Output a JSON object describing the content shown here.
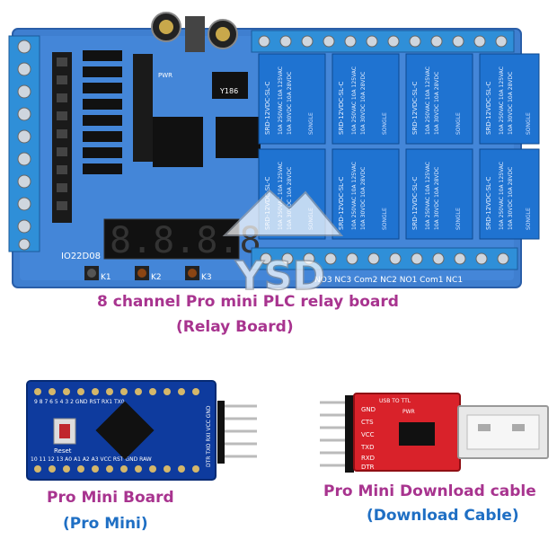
{
  "relay_board": {
    "caption": "8 channel Pro mini PLC relay board",
    "subcaption": "(Relay Board)",
    "board_code": "IO22D08",
    "button_labels": [
      "K1",
      "K2",
      "K3"
    ],
    "pwr_label": "PWR",
    "chip_label": "Y186",
    "relay_model": "SRD-12VDC-SL-C",
    "relay_brand": "SONGLE",
    "relay_rating_1": "10A 250VAC 10A 125VAC",
    "relay_rating_2": "10A 30VDC 10A 28VDC",
    "terminal_labels": "NO3 NC3 Com2 NC2 NO1 Com1 NC1",
    "display_digits": "8.8.8.8"
  },
  "watermark": {
    "text": "YSD"
  },
  "pro_mini": {
    "caption": "Pro Mini Board",
    "subcaption": "(Pro Mini)",
    "reset_label": "Reset",
    "top_pins": "9 8 7 6 5 4 3 2 GND RST RX1 TX0",
    "bottom_pins": "10 11 12 13 A0 A1 A2 A3 VCC RST GND RAW",
    "side_label": "DTR TXO RXI VCC GND"
  },
  "download_cable": {
    "caption": "Pro Mini Download cable",
    "subcaption": "(Download Cable)",
    "header_label": "USB TO TTL",
    "pin_labels": [
      "GND",
      "CTS",
      "VCC",
      "TXD",
      "RXD",
      "DTR"
    ],
    "pwr_label": "PWR"
  }
}
